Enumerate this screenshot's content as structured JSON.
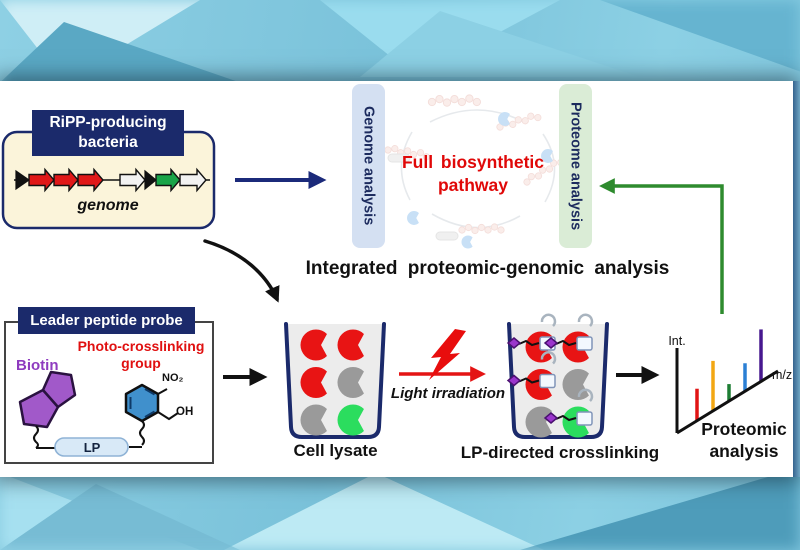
{
  "colors": {
    "red": "#e81414",
    "gray": "#9a9a9a",
    "green": "#2bdd5e"
  },
  "bacteria_box": {
    "title": "RiPP-producing bacteria",
    "genome_label": "genome"
  },
  "genome": {
    "genes": [
      {
        "type": "tick",
        "color": "#111111",
        "w": 13
      },
      {
        "type": "arrow",
        "color": "#e01818",
        "w": 25
      },
      {
        "type": "arrow",
        "color": "#e01818",
        "w": 24
      },
      {
        "type": "arrow",
        "color": "#e01818",
        "w": 25
      },
      {
        "type": "gap",
        "w": 17
      },
      {
        "type": "arrow",
        "color": "#f2f2f2",
        "w": 25
      },
      {
        "type": "tick",
        "color": "#111111",
        "w": 11
      },
      {
        "type": "arrow",
        "color": "#18a448",
        "w": 24
      },
      {
        "type": "arrow",
        "color": "#f2f2f2",
        "w": 26
      }
    ]
  },
  "analysis": {
    "genome_panel_label": "Genome analysis",
    "proteome_panel_label": "Proteome analysis",
    "pathway_label": "Full biosynthetic pathway",
    "integrated_label": "Integrated proteomic-genomic analysis"
  },
  "probe_box": {
    "title": "Leader peptide probe",
    "biotin_label": "Biotin",
    "photo_group_label": "Photo-crosslinking group",
    "no2_label": "NO₂",
    "oh_label": "OH",
    "lp_label": "LP"
  },
  "workflow": {
    "light_label": "Light irradiation"
  },
  "beakers": [
    {
      "label": "Cell lysate",
      "cells": [
        [
          {
            "color": "red"
          },
          {
            "color": "red"
          }
        ],
        [
          {
            "color": "red"
          },
          {
            "color": "gray"
          }
        ],
        [
          {
            "color": "gray"
          },
          {
            "color": "green"
          }
        ]
      ]
    },
    {
      "label": "LP-directed crosslinking",
      "cells": [
        [
          {
            "color": "red",
            "probe": true
          },
          {
            "color": "red",
            "probe": true
          }
        ],
        [
          {
            "color": "red",
            "probe": true
          },
          {
            "color": "gray"
          }
        ],
        [
          {
            "color": "gray"
          },
          {
            "color": "green",
            "probe": true
          }
        ]
      ]
    }
  ],
  "spectrum": {
    "y_axis_label": "Int.",
    "x_axis_label": "m/z",
    "title": "Proteomic analysis",
    "bars": [
      {
        "color": "#e11414",
        "h": 32
      },
      {
        "color": "#f2a713",
        "h": 50
      },
      {
        "color": "#1e7e34",
        "h": 17
      },
      {
        "color": "#2b7fd4",
        "h": 28
      },
      {
        "color": "#47188f",
        "h": 52
      }
    ]
  }
}
